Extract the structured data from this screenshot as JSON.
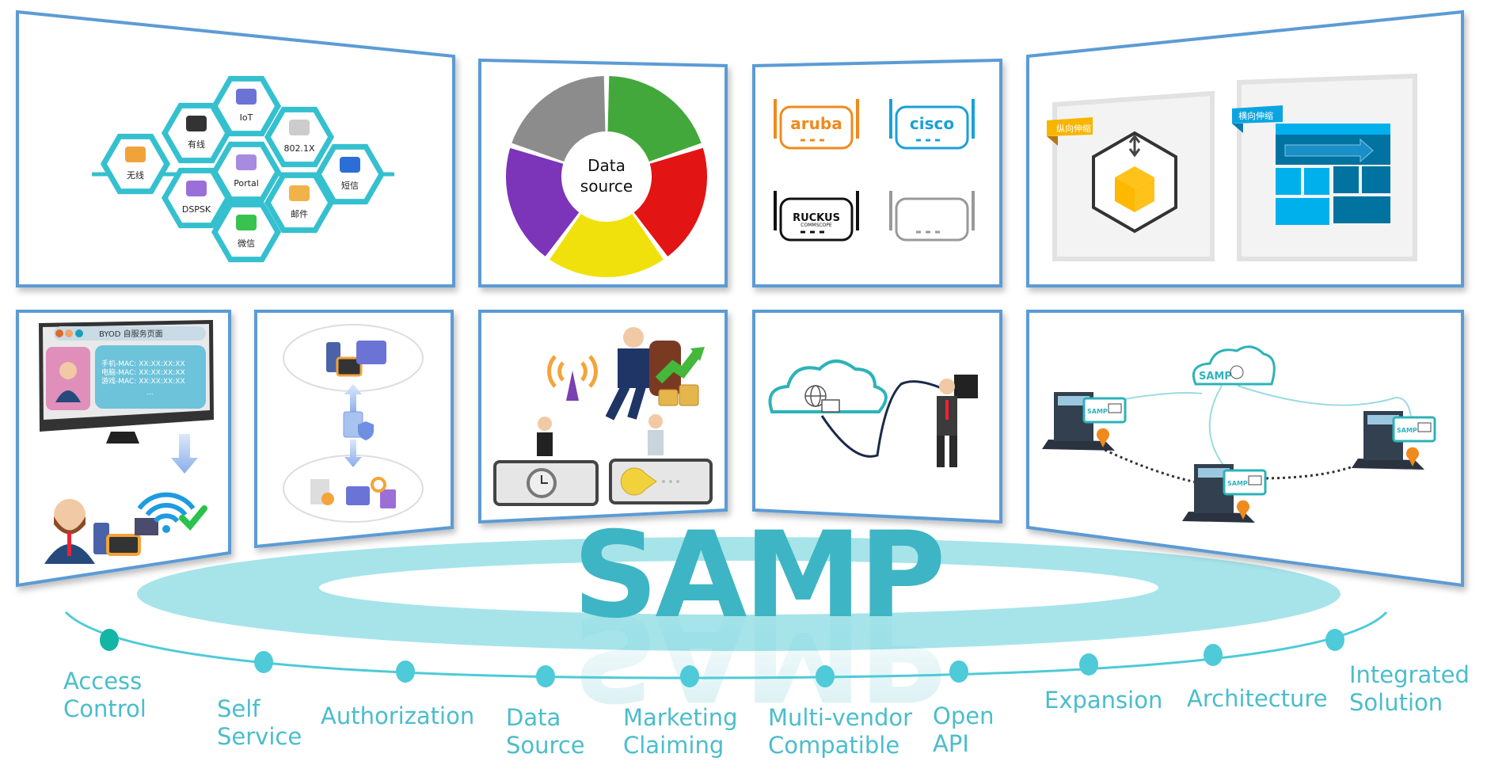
{
  "title": "SAMP",
  "colors": {
    "frame": "#5b9bd5",
    "teal": "#3db5c4",
    "ring": "#a6e4ea",
    "dot": "#4ecad8",
    "dot_active": "#13b5a5"
  },
  "access_panel": {
    "items": [
      "无线",
      "有线",
      "IoT",
      "802.1X",
      "短信",
      "DSPSK",
      "Portal",
      "邮件",
      "微信"
    ]
  },
  "datasource_panel": {
    "line1": "Data",
    "line2": "source"
  },
  "vendor_panel": {
    "vendors": [
      "aruba",
      "cisco",
      "RUCKUS",
      ""
    ],
    "ruckus_sub": "COMMSCOPE"
  },
  "expansion_panel": {
    "vertical_tag": "纵向伸缩",
    "horizontal_tag": "横向伸缩"
  },
  "byod_panel": {
    "window_title": "BYOD 自服务页面",
    "mac_lines": [
      "手机-MAC: XX:XX:XX:XX",
      "电脑-MAC: XX:XX:XX:XX",
      "游戏-MAC: XX:XX:XX:XX"
    ],
    "ellipsis": "..."
  },
  "architecture_panel": {
    "cloud_label": "SAMP",
    "site_label": "SAMP"
  },
  "timeline": [
    {
      "line1": "Access",
      "line2": "Control"
    },
    {
      "line1": "Self",
      "line2": "Service"
    },
    {
      "line1": "Authorization",
      "line2": ""
    },
    {
      "line1": "Data",
      "line2": "Source"
    },
    {
      "line1": "Marketing",
      "line2": "Claiming"
    },
    {
      "line1": "Multi-vendor",
      "line2": "Compatible"
    },
    {
      "line1": "Open",
      "line2": "API"
    },
    {
      "line1": "Expansion",
      "line2": ""
    },
    {
      "line1": "Architecture",
      "line2": ""
    },
    {
      "line1": "Integrated",
      "line2": "Solution"
    }
  ]
}
